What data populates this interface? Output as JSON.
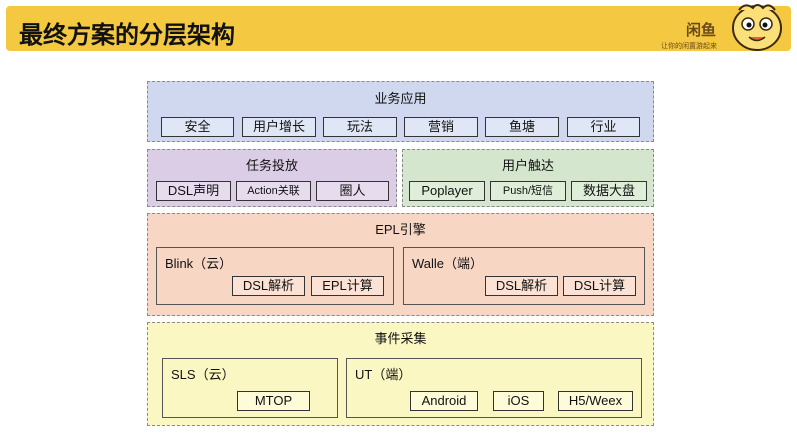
{
  "header": {
    "title": "最终方案的分层架构",
    "logo_text": "闲鱼",
    "logo_slogan": "让你的闲置游起来"
  },
  "layers": {
    "business": {
      "title": "业务应用",
      "items": [
        "安全",
        "用户增长",
        "玩法",
        "营销",
        "鱼塘",
        "行业"
      ]
    },
    "task": {
      "title": "任务投放",
      "items": [
        "DSL声明",
        "Action关联",
        "圈人"
      ]
    },
    "reach": {
      "title": "用户触达",
      "items": [
        "Poplayer",
        "Push/短信",
        "数据大盘"
      ]
    },
    "epl": {
      "title": "EPL引擎",
      "blink": {
        "title": "Blink（云）",
        "items": [
          "DSL解析",
          "EPL计算"
        ]
      },
      "walle": {
        "title": "Walle（端）",
        "items": [
          "DSL解析",
          "DSL计算"
        ]
      }
    },
    "event": {
      "title": "事件采集",
      "sls": {
        "title": "SLS（云）",
        "items": [
          "MTOP"
        ]
      },
      "ut": {
        "title": "UT（端）",
        "items": [
          "Android",
          "iOS",
          "H5/Weex"
        ]
      }
    }
  },
  "colors": {
    "banner": "#f5c842",
    "business": "#cfd8ee",
    "task": "#dccde6",
    "reach": "#d4e6cd",
    "epl": "#f8d6c4",
    "event": "#fbf7c2"
  }
}
